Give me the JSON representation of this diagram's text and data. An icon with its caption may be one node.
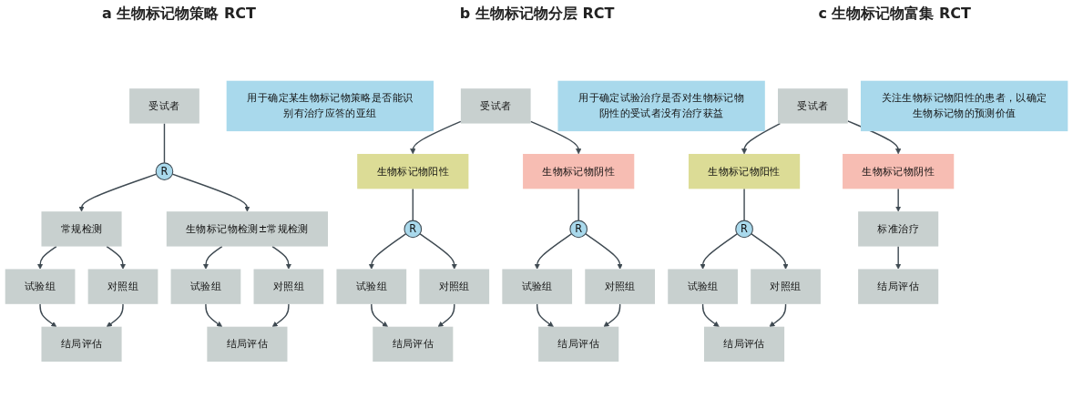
{
  "diagram": {
    "nodes": [
      {
        "text": [
          "受试者"
        ]
      },
      {
        "text": [
          "R"
        ]
      },
      {
        "text": [
          "常规检测"
        ]
      },
      {
        "text": [
          "生物标记物检测±常规检测"
        ]
      },
      {
        "text": [
          "试验组"
        ]
      },
      {
        "text": [
          "对照组"
        ]
      },
      {
        "text": [
          "试验组"
        ]
      },
      {
        "text": [
          "对照组"
        ]
      },
      {
        "text": [
          "结局评估"
        ]
      },
      {
        "text": [
          "结局评估"
        ]
      },
      {
        "text": [
          "用于确定某生物标记物策略是否能识别有治疗应答的亚组"
        ]
      },
      {
        "text": [
          "受试者"
        ]
      },
      {
        "text": [
          "生物标记物阳性"
        ]
      },
      {
        "text": [
          "生物标记物阴性"
        ]
      },
      {
        "text": [
          "R"
        ]
      },
      {
        "text": [
          "R"
        ]
      },
      {
        "text": [
          "试验组"
        ]
      },
      {
        "text": [
          "对照组"
        ]
      },
      {
        "text": [
          "试验组"
        ]
      },
      {
        "text": [
          "对照组"
        ]
      },
      {
        "text": [
          "结局评估"
        ]
      },
      {
        "text": [
          "结局评估"
        ]
      },
      {
        "text": [
          "用于确定试验治疗是否对生物标记物阴性的受试者没有治疗获益"
        ]
      },
      {
        "text": [
          "受试者"
        ]
      },
      {
        "text": [
          "生物标记物阳性"
        ]
      },
      {
        "text": [
          "生物标记物阴性"
        ]
      },
      {
        "text": [
          "R"
        ]
      },
      {
        "text": [
          "试验组"
        ]
      },
      {
        "text": [
          "对照组"
        ]
      },
      {
        "text": [
          "标准治疗"
        ]
      },
      {
        "text": [
          "结局评估"
        ]
      },
      {
        "text": [
          "结局评估"
        ]
      },
      {
        "text": [
          "关注生物标记物阳性的患者，以确定生物标记物的预测价值"
        ]
      }
    ],
    "edges": [
      {
        "from": 0,
        "to": 1,
        "arrow": "none"
      },
      {
        "from": 1,
        "to": 2,
        "arrow": "to"
      },
      {
        "from": 1,
        "to": 3,
        "arrow": "to"
      },
      {
        "from": 2,
        "to": 4,
        "arrow": "to"
      },
      {
        "from": 2,
        "to": 5,
        "arrow": "to"
      },
      {
        "from": 3,
        "to": 6,
        "arrow": "to"
      },
      {
        "from": 3,
        "to": 7,
        "arrow": "to"
      },
      {
        "from": 4,
        "to": 8,
        "arrow": "to"
      },
      {
        "from": 5,
        "to": 8,
        "arrow": "to"
      },
      {
        "from": 6,
        "to": 9,
        "arrow": "to"
      },
      {
        "from": 7,
        "to": 9,
        "arrow": "to"
      },
      {
        "from": 11,
        "to": 12,
        "arrow": "to"
      },
      {
        "from": 11,
        "to": 13,
        "arrow": "to"
      },
      {
        "from": 12,
        "to": 14,
        "arrow": "none"
      },
      {
        "from": 13,
        "to": 15,
        "arrow": "none"
      },
      {
        "from": 14,
        "to": 16,
        "arrow": "to"
      },
      {
        "from": 14,
        "to": 17,
        "arrow": "to"
      },
      {
        "from": 15,
        "to": 18,
        "arrow": "to"
      },
      {
        "from": 15,
        "to": 19,
        "arrow": "to"
      },
      {
        "from": 16,
        "to": 20,
        "arrow": "to"
      },
      {
        "from": 17,
        "to": 20,
        "arrow": "to"
      },
      {
        "from": 18,
        "to": 21,
        "arrow": "to"
      },
      {
        "from": 19,
        "to": 21,
        "arrow": "to"
      },
      {
        "from": 23,
        "to": 24,
        "arrow": "to"
      },
      {
        "from": 23,
        "to": 25,
        "arrow": "to"
      },
      {
        "from": 24,
        "to": 26,
        "arrow": "none"
      },
      {
        "from": 26,
        "to": 27,
        "arrow": "to"
      },
      {
        "from": 26,
        "to": 28,
        "arrow": "to"
      },
      {
        "from": 25,
        "to": 29,
        "arrow": "to"
      },
      {
        "from": 27,
        "to": 30,
        "arrow": "to"
      },
      {
        "from": 28,
        "to": 30,
        "arrow": "to"
      },
      {
        "from": 29,
        "to": 31,
        "arrow": "to"
      }
    ],
    "labels": [
      "a 生物标记物策略 RCT",
      "b 生物标记物分层 RCT",
      "c 生物标记物富集 RCT"
    ]
  }
}
